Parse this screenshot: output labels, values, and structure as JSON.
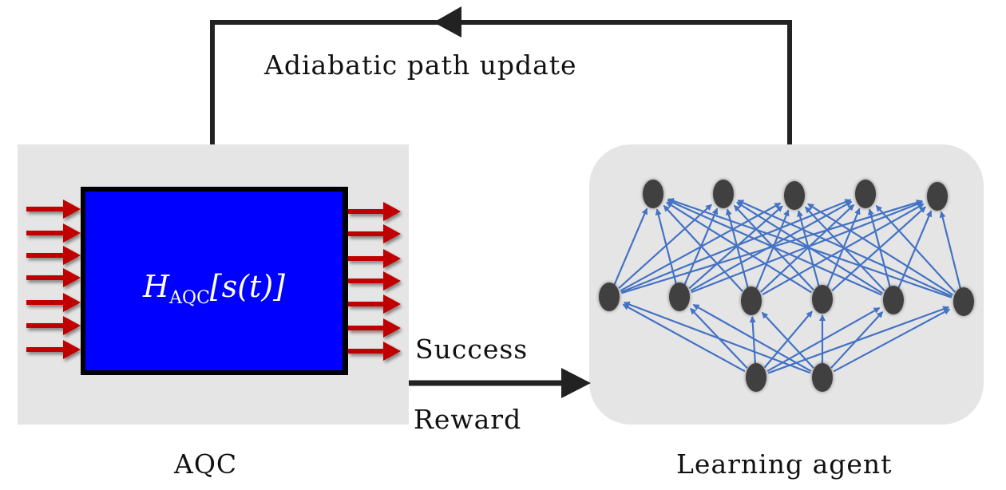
{
  "diagram": {
    "title_top": "Adiabatic path update",
    "edge_success": "Success",
    "edge_reward": "Reward",
    "caption_left": "AQC",
    "caption_right": "Learning agent",
    "hamiltonian": {
      "symbol": "H",
      "subscript": "AQC",
      "argument": "[s(t)]"
    },
    "aqc": {
      "input_arrows": 7,
      "output_arrows": 7
    },
    "network": {
      "layers": [
        {
          "name": "output",
          "nodes": 5
        },
        {
          "name": "hidden",
          "nodes": 6
        },
        {
          "name": "input",
          "nodes": 2
        }
      ],
      "connectivity": "fully-connected"
    },
    "colors": {
      "panel_bg": "#e5e5e5",
      "hamiltonian_box": "#0000ff",
      "io_arrows": "#c00000",
      "nn_edges": "#4472c4",
      "nn_nodes": "#404040",
      "flow_lines": "#222222"
    }
  }
}
